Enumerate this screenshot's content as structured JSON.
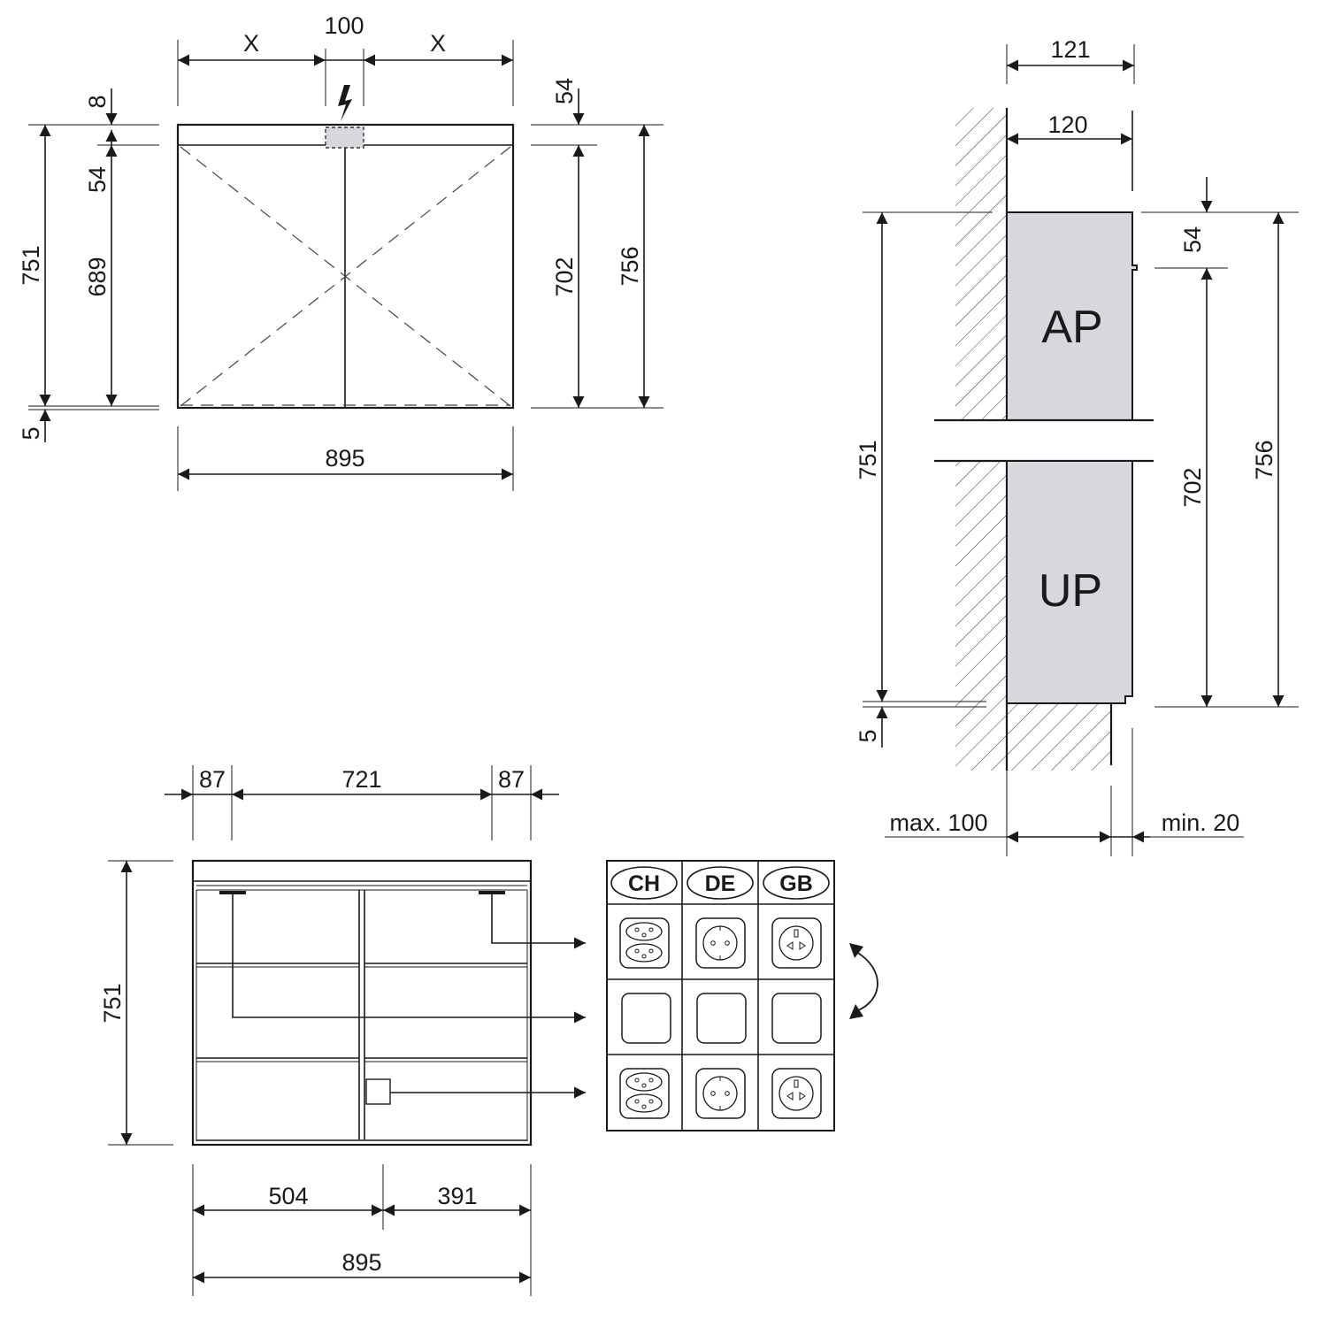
{
  "front_view": {
    "dim_x_left": "X",
    "dim_center": "100",
    "dim_x_right": "X",
    "dim_top_8": "8",
    "dim_top_54": "54",
    "dim_689": "689",
    "dim_751": "751",
    "dim_5": "5",
    "dim_right_54": "54",
    "dim_702": "702",
    "dim_756": "756",
    "dim_width": "895"
  },
  "side_view": {
    "dim_121": "121",
    "dim_120": "120",
    "dim_54": "54",
    "dim_751": "751",
    "dim_702": "702",
    "dim_756": "756",
    "dim_5": "5",
    "label_surface": "AP",
    "label_flush": "UP",
    "label_max": "max. 100",
    "label_min": "min. 20"
  },
  "interior_view": {
    "dim_87_left": "87",
    "dim_721": "721",
    "dim_87_right": "87",
    "dim_751": "751",
    "dim_504": "504",
    "dim_391": "391",
    "dim_895": "895"
  },
  "socket_table": {
    "countries": [
      "CH",
      "DE",
      "GB"
    ]
  }
}
